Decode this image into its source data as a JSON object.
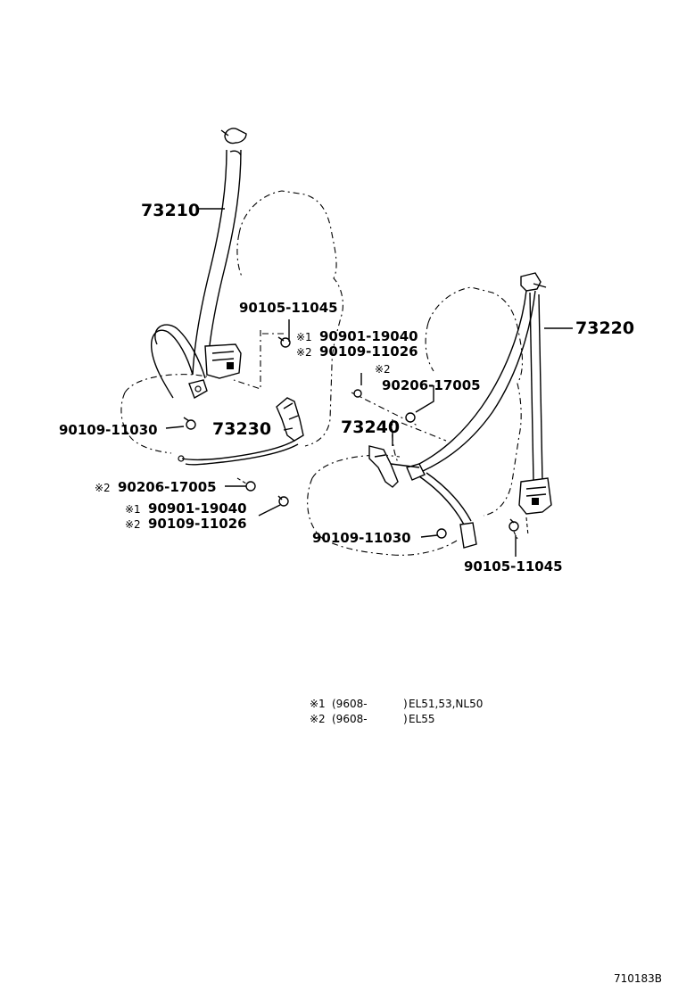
{
  "labels": {
    "p73210": "73210",
    "p73220": "73220",
    "p73230": "73230",
    "p73240": "73240",
    "left_bolt_top": "90105-11045",
    "left_bolt_bottom": "90109-11030",
    "left_note1_mark": "※1",
    "left_note1_part": "90901-19040",
    "left_note2_mark": "※2",
    "left_note2_part": "90109-11026",
    "left_washer_mark": "※2",
    "left_washer_part": "90206-17005",
    "center_note1_mark": "※1",
    "center_note1_part": "90901-19040",
    "center_note2_mark": "※2",
    "center_note2_part": "90109-11026",
    "center_mark_only": "※2",
    "center_washer_part": "90206-17005",
    "right_bolt_left": "90109-11030",
    "right_bolt_right": "90105-11045"
  },
  "footnotes": [
    {
      "mark": "※1",
      "range": "(9608-",
      "models": "EL51,53,NL50"
    },
    {
      "mark": "※2",
      "range": "(9608-",
      "models": "EL55"
    }
  ],
  "figure_code": "710183B"
}
